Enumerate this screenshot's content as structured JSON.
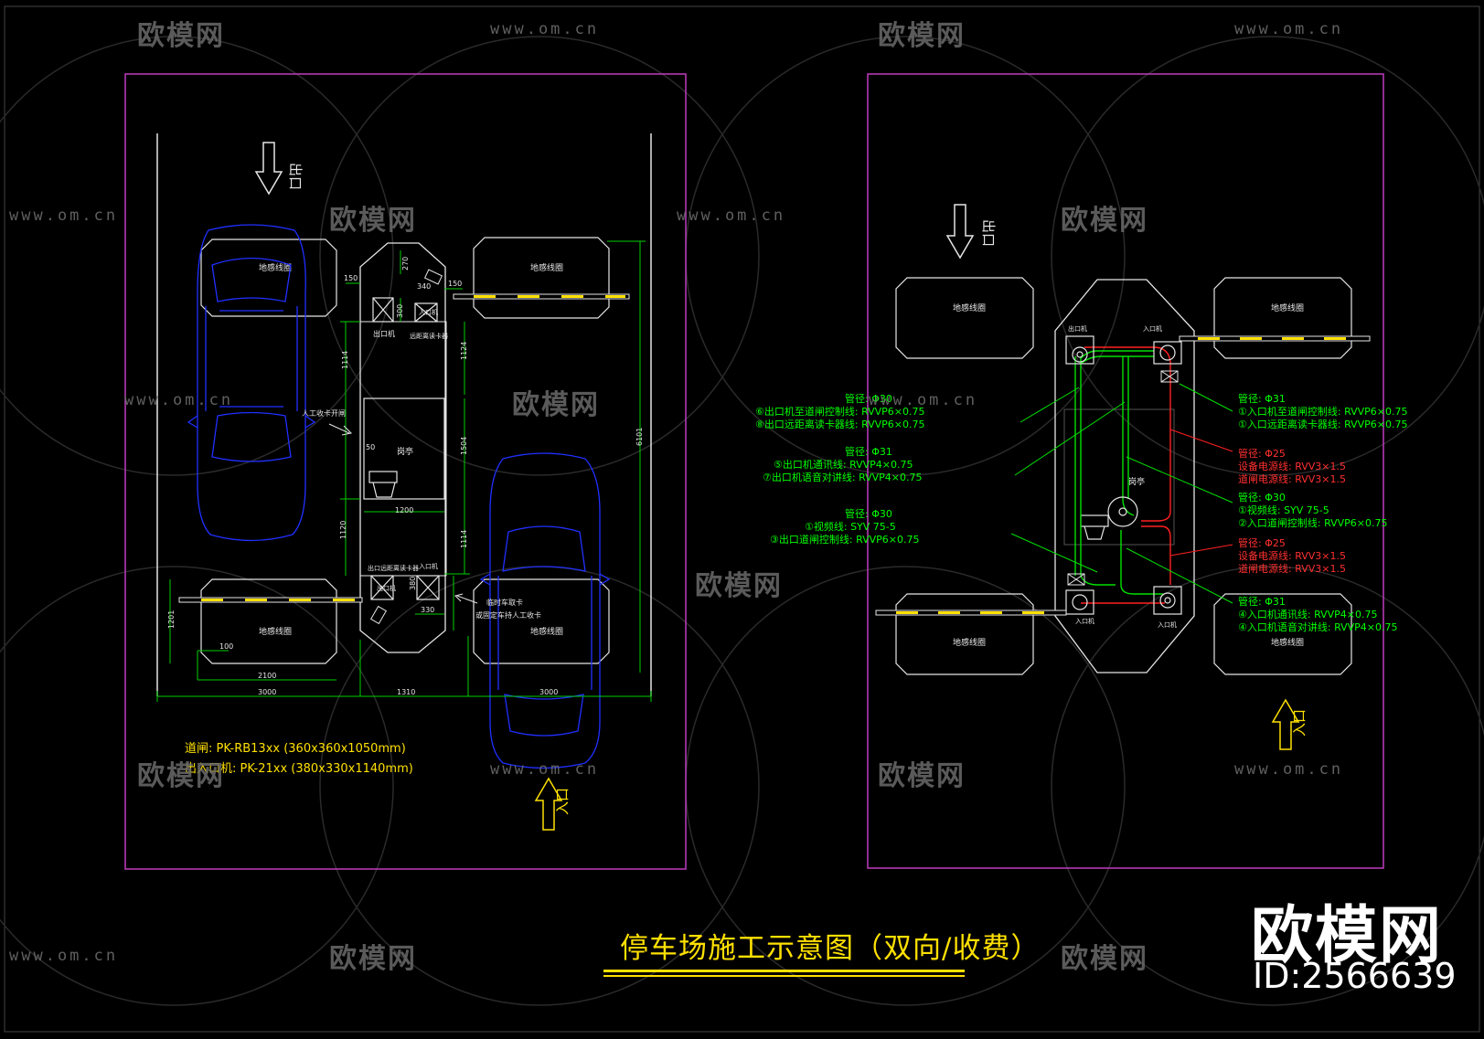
{
  "title": "停车场施工示意图（双向/收费）",
  "brand": {
    "name": "欧模网",
    "id": "ID:2566639"
  },
  "watermark": {
    "logo": "欧模网",
    "url": "www.om.cn"
  },
  "left_drawing": {
    "exit_label": "出口",
    "entry_label": "入口",
    "ground_loop": "地感线圈",
    "booth": "岗亭",
    "exit_machine": "出口机",
    "entry_machine": "入口机",
    "exit_reader": "出口远距离读卡器",
    "entry_reader": "远距离读卡器",
    "manual_card": "人工收卡开闸",
    "temp_card": "临时车取卡",
    "fixed_card": "或固定车持人工收卡",
    "dims": {
      "d150a": "150",
      "d150b": "150",
      "d270": "270",
      "d340": "340",
      "d300": "300",
      "d1114": "1114",
      "d1124": "1124",
      "d50": "50",
      "d1504": "1504",
      "d6101": "6101",
      "d1200": "1200",
      "d1120": "1120",
      "d1114b": "1114",
      "d380": "380",
      "d330": "330",
      "d1201": "1201",
      "d100": "100",
      "d2100": "2100",
      "d3000a": "3000",
      "d1310": "1310",
      "d3000b": "3000"
    },
    "spec1": "道闸: PK-RB13xx  (360x360x1050mm)",
    "spec2": "出入口机: PK-21xx  (380x330x1140mm)"
  },
  "right_drawing": {
    "exit_label": "出口",
    "entry_label": "入口",
    "ground_loop": "地感线圈",
    "booth": "岗亭",
    "exit_machine": "出口机",
    "entry_machine": "入口机",
    "notes_left": [
      {
        "lines": [
          "管径: Φ30",
          "⑥出口机至道闸控制线: RVVP6×0.75",
          "⑧出口远距离读卡器线: RVVP6×0.75"
        ],
        "color": "#00ff00"
      },
      {
        "lines": [
          "管径: Φ31",
          "⑤出口机通讯线: RVVP4×0.75",
          "⑦出口机语音对讲线: RVVP4×0.75"
        ],
        "color": "#00ff00"
      },
      {
        "lines": [
          "管径: Φ30",
          "①视频线: SYV 75-5",
          "③出口道闸控制线: RVVP6×0.75"
        ],
        "color": "#00ff00"
      }
    ],
    "notes_right": [
      {
        "lines": [
          "管径: Φ31",
          "①入口机至道闸控制线: RVVP6×0.75",
          "①入口远距离读卡器线: RVVP6×0.75"
        ],
        "color": "#00ff00"
      },
      {
        "lines": [
          "管径: Φ25",
          "设备电源线: RVV3×1.5",
          "道闸电源线: RVV3×1.5"
        ],
        "color": "#ff2020"
      },
      {
        "lines": [
          "管径: Φ30",
          "①视频线: SYV 75-5",
          "②入口道闸控制线: RVVP6×0.75"
        ],
        "color": "#00ff00"
      },
      {
        "lines": [
          "管径: Φ25",
          "设备电源线: RVV3×1.5",
          "道闸电源线: RVV3×1.5"
        ],
        "color": "#ff2020"
      },
      {
        "lines": [
          "管径: Φ31",
          "④入口机通讯线: RVVP4×0.75",
          "④入口机语音对讲线: RVVP4×0.75"
        ],
        "color": "#00ff00"
      }
    ]
  },
  "colors": {
    "background": "#000000",
    "frame": "#c03cc0",
    "cad_white": "#e6e6e6",
    "cad_green": "#00e000",
    "cad_blue": "#2030ff",
    "cad_yellow": "#ffe000",
    "cad_red": "#ff2020"
  }
}
